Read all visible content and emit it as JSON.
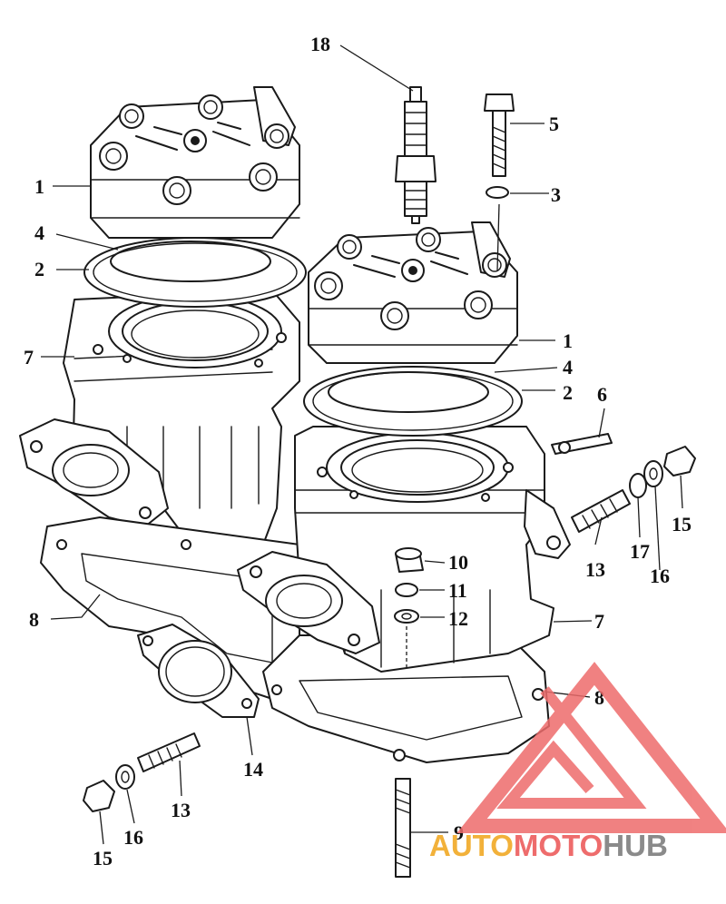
{
  "callouts": {
    "c1_left": "1",
    "c1_right": "1",
    "c2_left": "2",
    "c2_right": "2",
    "c3": "3",
    "c4_left": "4",
    "c4_right": "4",
    "c5": "5",
    "c6": "6",
    "c7_left": "7",
    "c7_right": "7",
    "c8_left": "8",
    "c8_right": "8",
    "c9": "9",
    "c10": "10",
    "c11": "11",
    "c12": "12",
    "c13_right": "13",
    "c13_left": "13",
    "c14": "14",
    "c15_right": "15",
    "c15_left": "15",
    "c16_right": "16",
    "c16_left": "16",
    "c17": "17",
    "c18": "18"
  },
  "watermark": {
    "part1": "AUTO",
    "part2": "MOTO",
    "part3": "HUB",
    "colors": {
      "auto": "#f2b13a",
      "moto": "#ee6c6c",
      "hub": "#8a8a8a",
      "triangle": "#ee6c6c"
    }
  }
}
